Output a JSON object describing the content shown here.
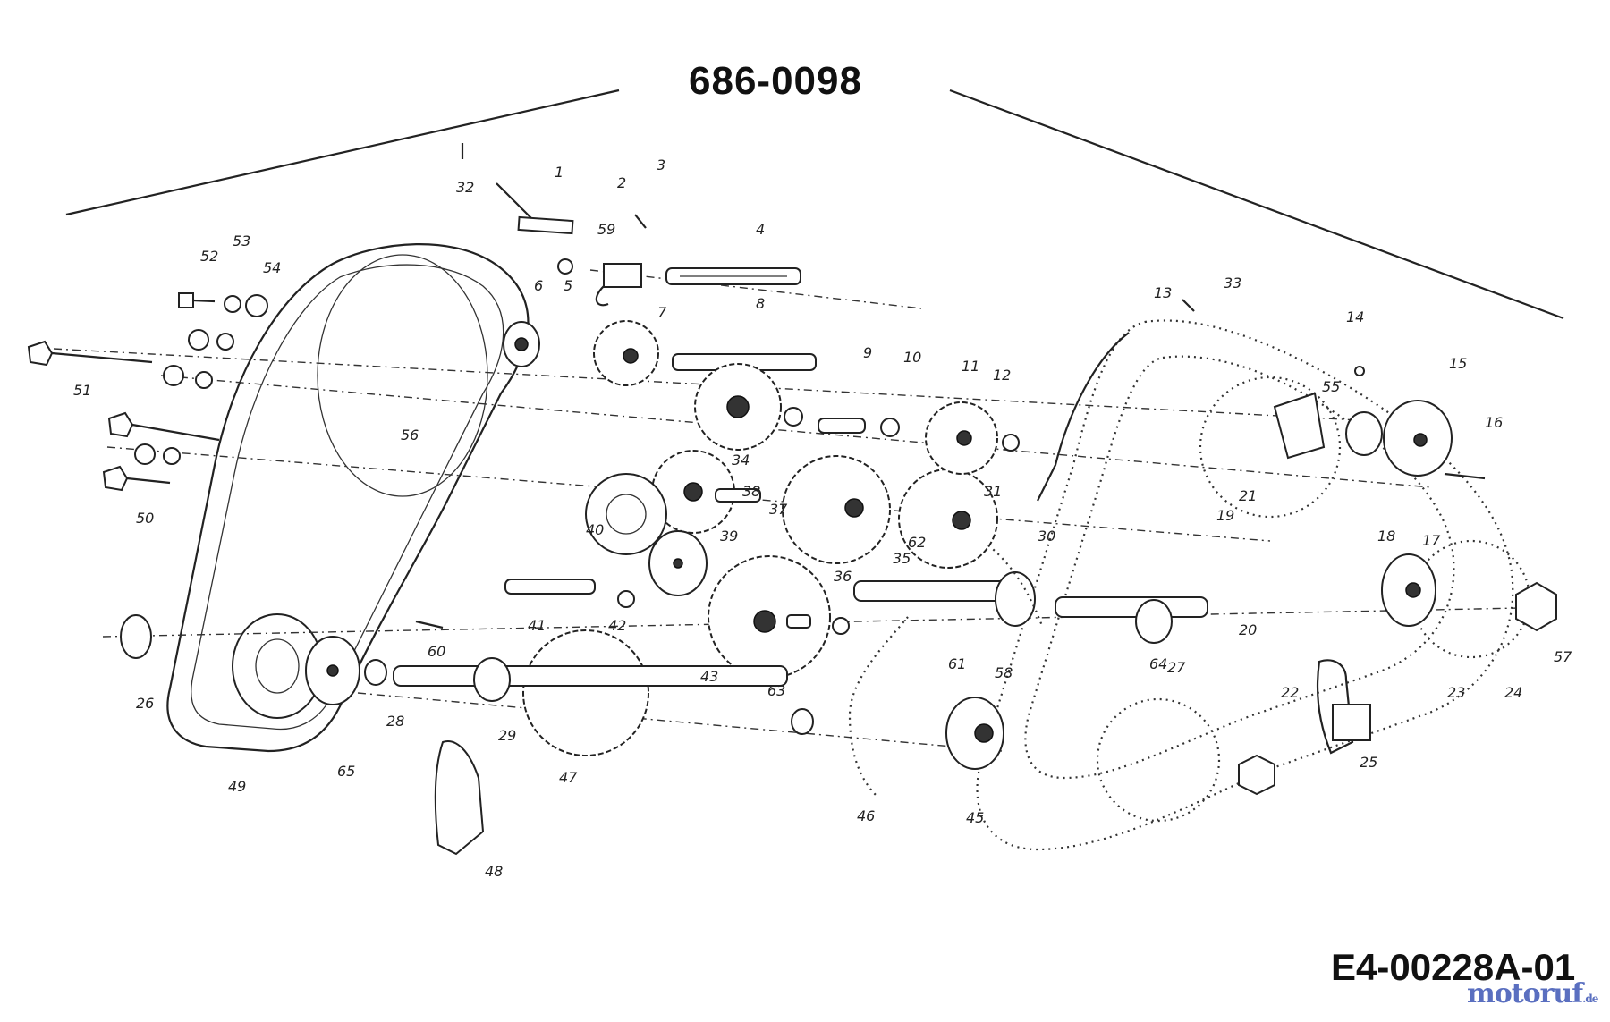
{
  "header": {
    "model_number": "686-0098"
  },
  "footer": {
    "drawing_id": "E4-00228A-01",
    "watermark": {
      "brand": "motoruf",
      "suffix": ".de"
    }
  },
  "callouts": [
    "1",
    "2",
    "3",
    "4",
    "5",
    "6",
    "7",
    "8",
    "9",
    "10",
    "11",
    "12",
    "13",
    "14",
    "15",
    "16",
    "17",
    "18",
    "19",
    "20",
    "21",
    "22",
    "23",
    "24",
    "25",
    "26",
    "27",
    "28",
    "29",
    "30",
    "31",
    "32",
    "33",
    "34",
    "35",
    "36",
    "37",
    "38",
    "39",
    "40",
    "41",
    "42",
    "43",
    "45",
    "46",
    "47",
    "48",
    "49",
    "50",
    "51",
    "52",
    "53",
    "54",
    "55",
    "56",
    "57",
    "58",
    "59",
    "60",
    "61",
    "62",
    "63",
    "64",
    "65"
  ]
}
